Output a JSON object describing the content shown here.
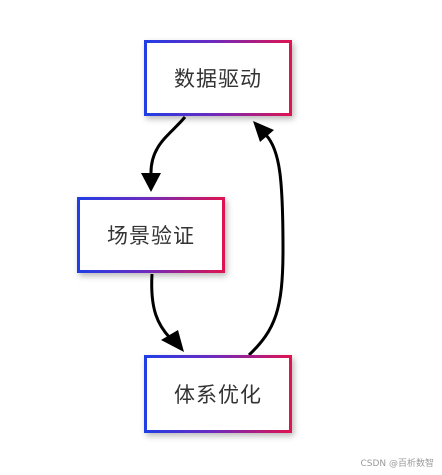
{
  "diagram": {
    "nodes": {
      "top": "数据驱动",
      "middle": "场景验证",
      "bottom": "体系优化"
    },
    "colors": {
      "border_gradient_start": "#1f3ee6",
      "border_gradient_end": "#e0134f",
      "edge": "#000000"
    }
  },
  "watermark": "CSDN @百析数智"
}
